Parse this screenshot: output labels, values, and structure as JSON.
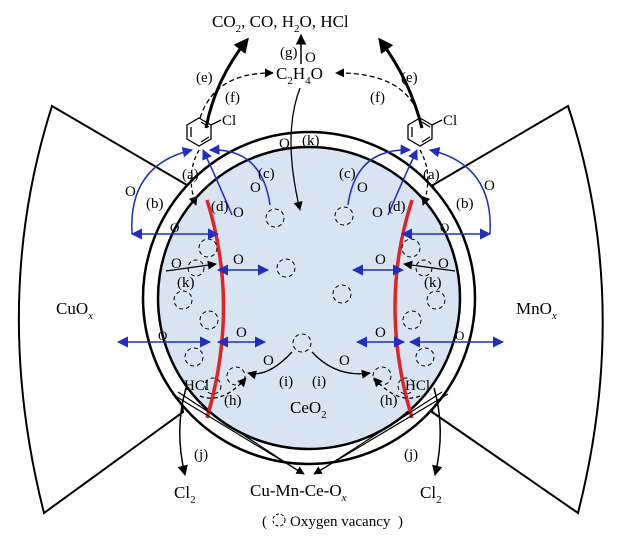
{
  "products": {
    "co2": "CO",
    "co2_sub": "2",
    "co": "CO,",
    "h2o": "H",
    "h2o_sub": "2",
    "h2o_end": "O,",
    "hcl": "HCl"
  },
  "intermediate": {
    "c": "C",
    "c_sub": "2",
    "h": "H",
    "h_sub": "4",
    "o": "O"
  },
  "chlorobenzene_cl": "Cl",
  "oxygen": "O",
  "hcl": "HCl",
  "cl2": {
    "base": "Cl",
    "sub": "2"
  },
  "left_oxide": {
    "base": "CuO",
    "sub": "x"
  },
  "right_oxide": {
    "base": "MnO",
    "sub": "x"
  },
  "center": {
    "base": "CeO",
    "sub": "2"
  },
  "composite": {
    "base": "Cu-Mn-Ce-O",
    "sub": "x"
  },
  "legend": {
    "open": "(",
    "text": "Oxygen vacancy",
    "close": ")"
  },
  "steps": {
    "a": "(a)",
    "b": "(b)",
    "c": "(c)",
    "d": "(d)",
    "e": "(e)",
    "f": "(f)",
    "g": "(g)",
    "h": "(h)",
    "i": "(i)",
    "j": "(j)",
    "k": "(k)"
  },
  "colors": {
    "ceria_fill": "#d9e4f3",
    "interface_red": "#e32222",
    "oxygen_arrow_blue": "#1f2fbf",
    "line": "#000000"
  }
}
